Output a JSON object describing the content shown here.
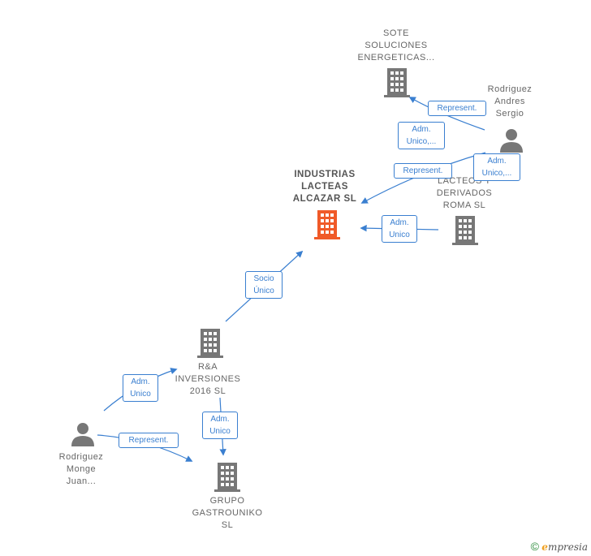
{
  "colors": {
    "accent": "#3a7fd0",
    "node_gray": "#777777",
    "highlight": "#f05a28"
  },
  "nodes": {
    "sote": "SOTE\nSOLUCIONES\nENERGETICAS...",
    "rodriguez_andres": "Rodriguez\nAndres\nSergio",
    "industrias": "INDUSTRIAS\nLACTEAS\nALCAZAR  SL",
    "lacteos": "LACTEOS  Y\nDERIVADOS\nROMA  SL",
    "ra_inversiones": "R&A\nINVERSIONES\n2016  SL",
    "rodriguez_monge": "Rodriguez\nMonge\nJuan...",
    "grupo": "GRUPO\nGASTROUNIKO\nSL"
  },
  "edges": {
    "andres_sote": "Represent.",
    "sote_adm": "Adm.\nUnico,...",
    "andres_industrias": "Represent.",
    "andres_lacteos": "Adm.\nUnico,...",
    "lacteos_industrias": "Adm.\nUnico",
    "socio": "Socio\nÚnico",
    "monge_ra": "Adm.\nUnico",
    "ra_grupo": "Adm.\nUnico",
    "monge_grupo": "Represent."
  },
  "footer": {
    "copyright": "©",
    "brand_e": "e",
    "brand_rest": "mpresia"
  }
}
